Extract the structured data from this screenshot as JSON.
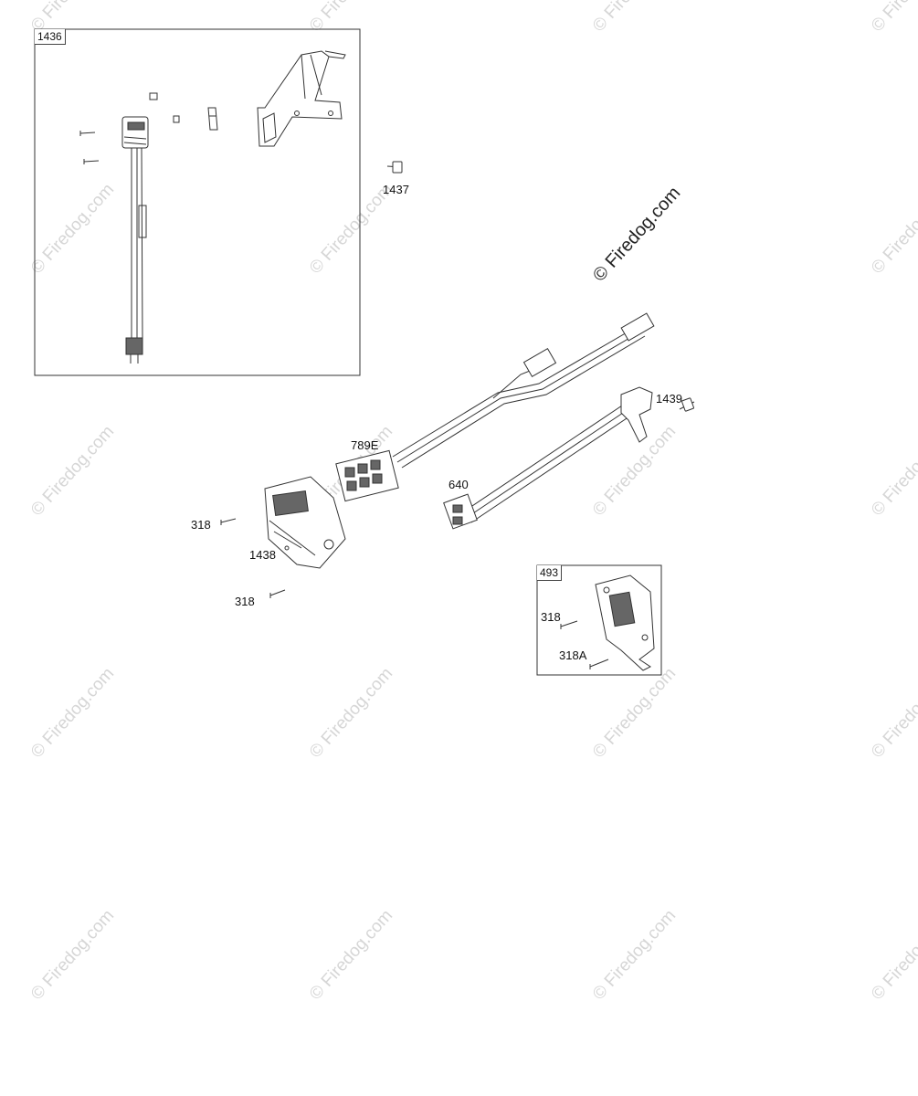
{
  "watermarks": {
    "text": "© Firedog.com",
    "main_text": "© Firedog.com"
  },
  "boxes": {
    "inset_1436": "1436",
    "inset_493": "493"
  },
  "labels": {
    "p1437": "1437",
    "p1439": "1439",
    "p789e": "789E",
    "p640": "640",
    "p318_left": "318",
    "p1438": "1438",
    "p318_bottom": "318",
    "p318_inset": "318",
    "p318a_inset": "318A"
  }
}
